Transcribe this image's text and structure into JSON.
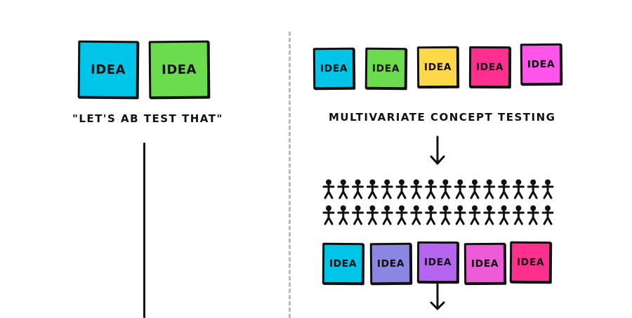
{
  "left": {
    "cards": [
      {
        "label": "IDEA",
        "color": "#00c4e8"
      },
      {
        "label": "IDEA",
        "color": "#6bdc4e"
      }
    ],
    "caption": "\"LET'S AB TEST THAT\""
  },
  "right": {
    "top_cards": [
      {
        "label": "IDEA",
        "color": "#00c4e8"
      },
      {
        "label": "IDEA",
        "color": "#6bdc4e"
      },
      {
        "label": "IDEA",
        "color": "#ffd84a"
      },
      {
        "label": "IDEA",
        "color": "#ff2f8e"
      },
      {
        "label": "IDEA",
        "color": "#ff55ea"
      }
    ],
    "caption": "MULTIVARIATE CONCEPT TESTING",
    "people_rows": 2,
    "people_per_row": 16,
    "bottom_cards": [
      {
        "label": "IDEA",
        "color": "#00c4e8"
      },
      {
        "label": "IDEA",
        "color": "#8a86e2"
      },
      {
        "label": "IDEA",
        "color": "#b565f0"
      },
      {
        "label": "IDEA",
        "color": "#ee5bd6"
      },
      {
        "label": "IDEA",
        "color": "#ff2f8e"
      }
    ]
  }
}
